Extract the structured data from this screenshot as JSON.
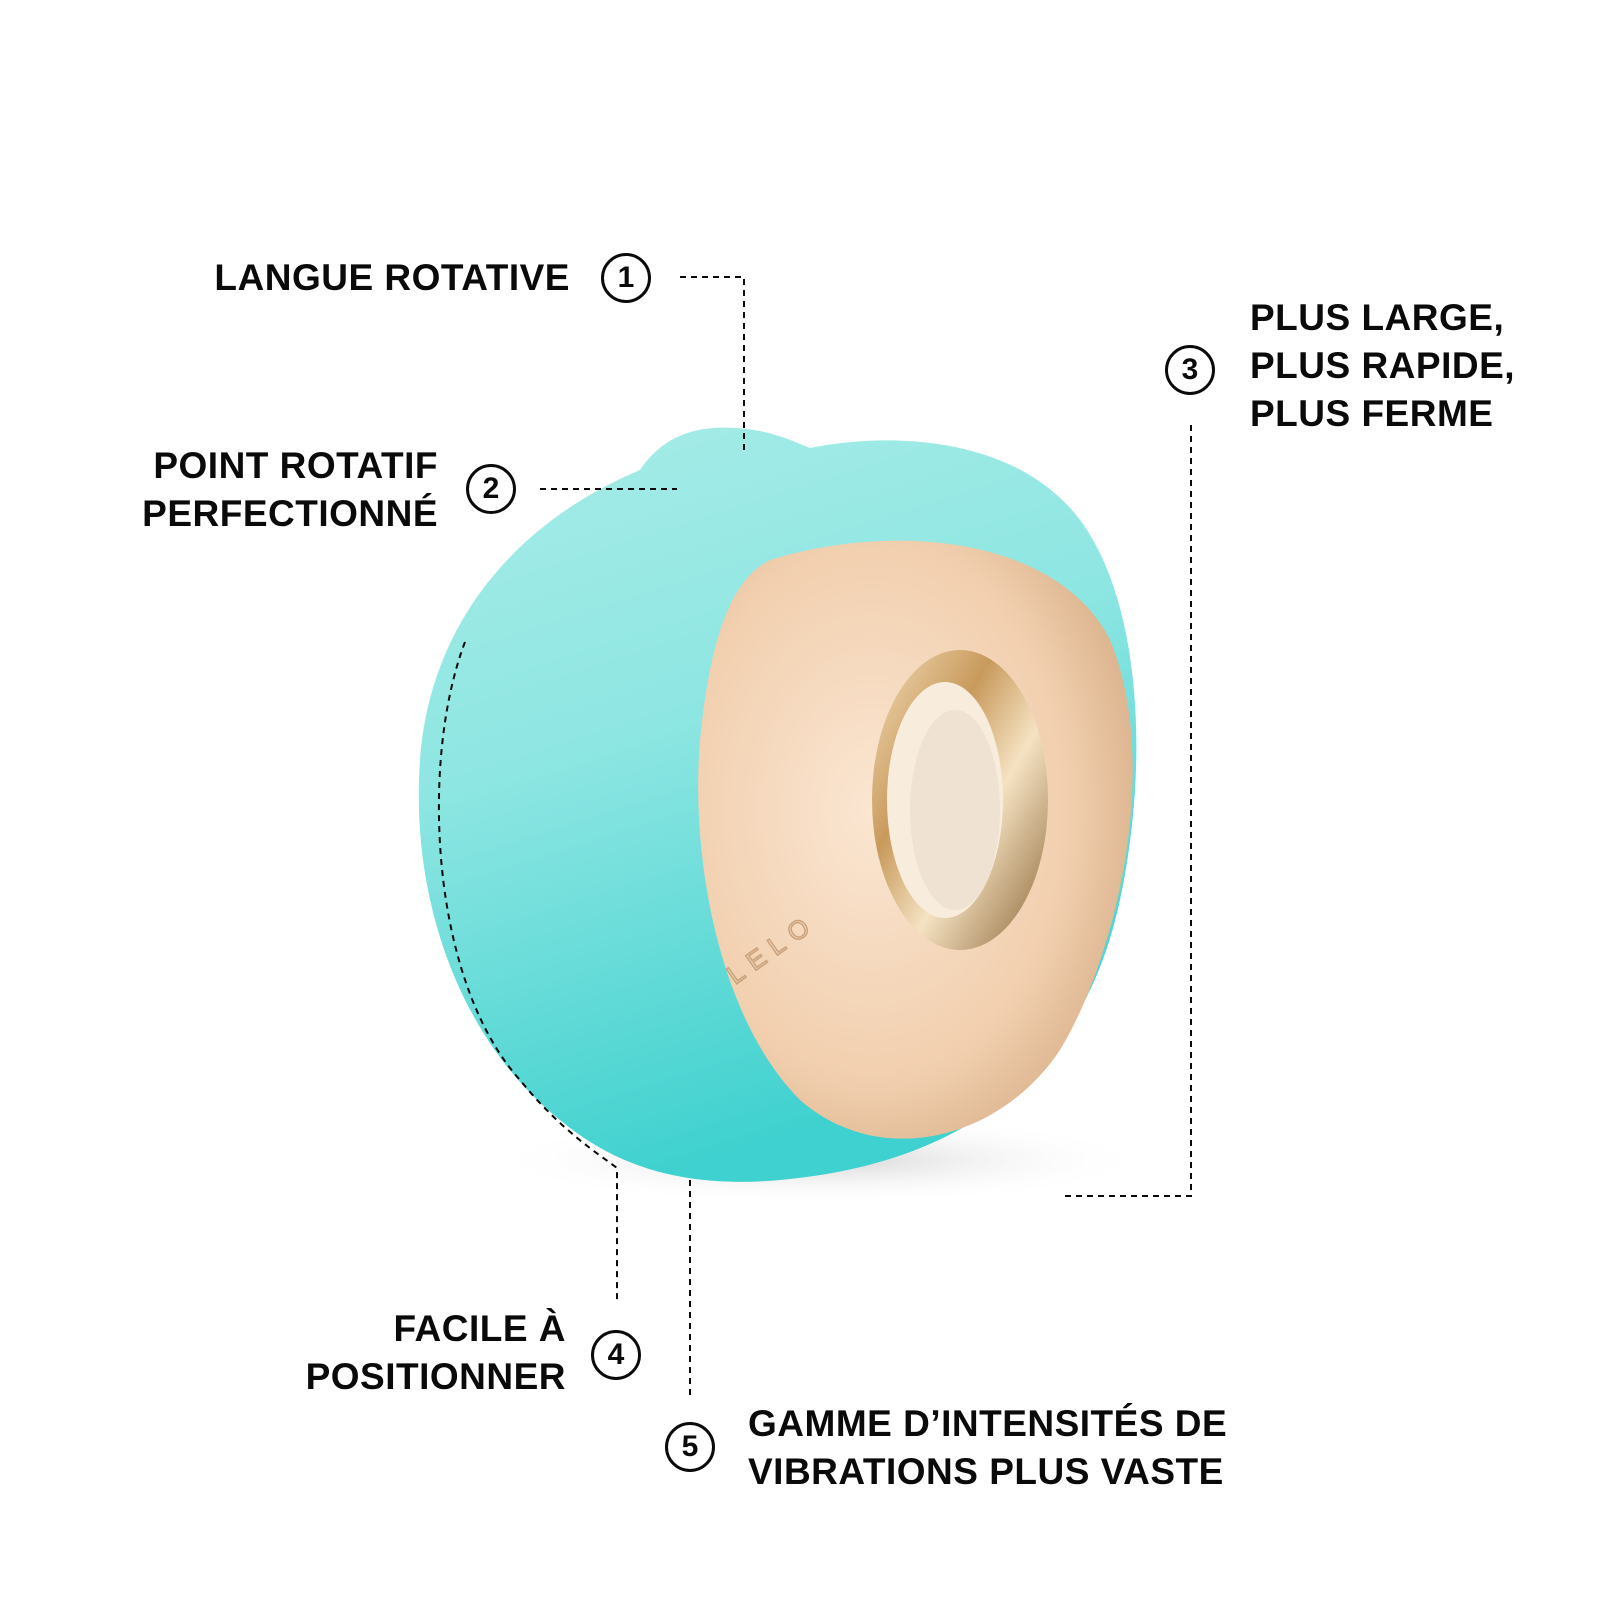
{
  "product": {
    "brand_mark": "LELO",
    "colors": {
      "silicone": "#5fd8d6",
      "silicone_light": "#a3ece8",
      "plate": "#f3d2b2",
      "gold": "#c9a060",
      "ink": "#0a0a0a"
    }
  },
  "callouts": [
    {
      "number": "1",
      "lines": [
        "LANGUE ROTATIVE"
      ]
    },
    {
      "number": "2",
      "lines": [
        "POINT ROTATIF",
        "PERFECTIONNÉ"
      ]
    },
    {
      "number": "3",
      "lines": [
        "PLUS LARGE,",
        "PLUS RAPIDE,",
        "PLUS FERME"
      ]
    },
    {
      "number": "4",
      "lines": [
        "FACILE À",
        "POSITIONNER"
      ]
    },
    {
      "number": "5",
      "lines": [
        "GAMME D’INTENSITÉS DE",
        "VIBRATIONS PLUS VASTE"
      ]
    }
  ]
}
